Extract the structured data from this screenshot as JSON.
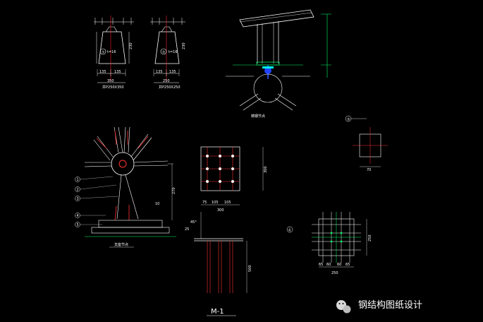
{
  "drawing": {
    "plate1": {
      "number": "①",
      "thickness": "t=16",
      "total": "350",
      "dims": [
        "135",
        "135"
      ],
      "height": "230",
      "note": "井P250X350"
    },
    "plate2": {
      "number": "②",
      "thickness": "t=16",
      "total": "250",
      "dims": [
        "135",
        "135"
      ],
      "height": "230",
      "note": "井P250X250"
    },
    "cast_node_title": "铸钢节点",
    "support_node_title": "支座节点",
    "m1_title": "M-1",
    "callouts": [
      "1",
      "2",
      "3",
      "4",
      "5"
    ],
    "plate3_number": "③",
    "dim_labels": {
      "m1_total": "300",
      "m1_segments": [
        "75",
        "105",
        "105"
      ],
      "m1_height": "500",
      "support_height": "270",
      "detail_total": "250",
      "detail_segments": [
        "65",
        "60",
        "60",
        "65"
      ],
      "angle": "45°",
      "small": "70",
      "ratio": "10",
      "tag": "25"
    }
  },
  "watermark": {
    "text": "钢结构图纸设计"
  }
}
